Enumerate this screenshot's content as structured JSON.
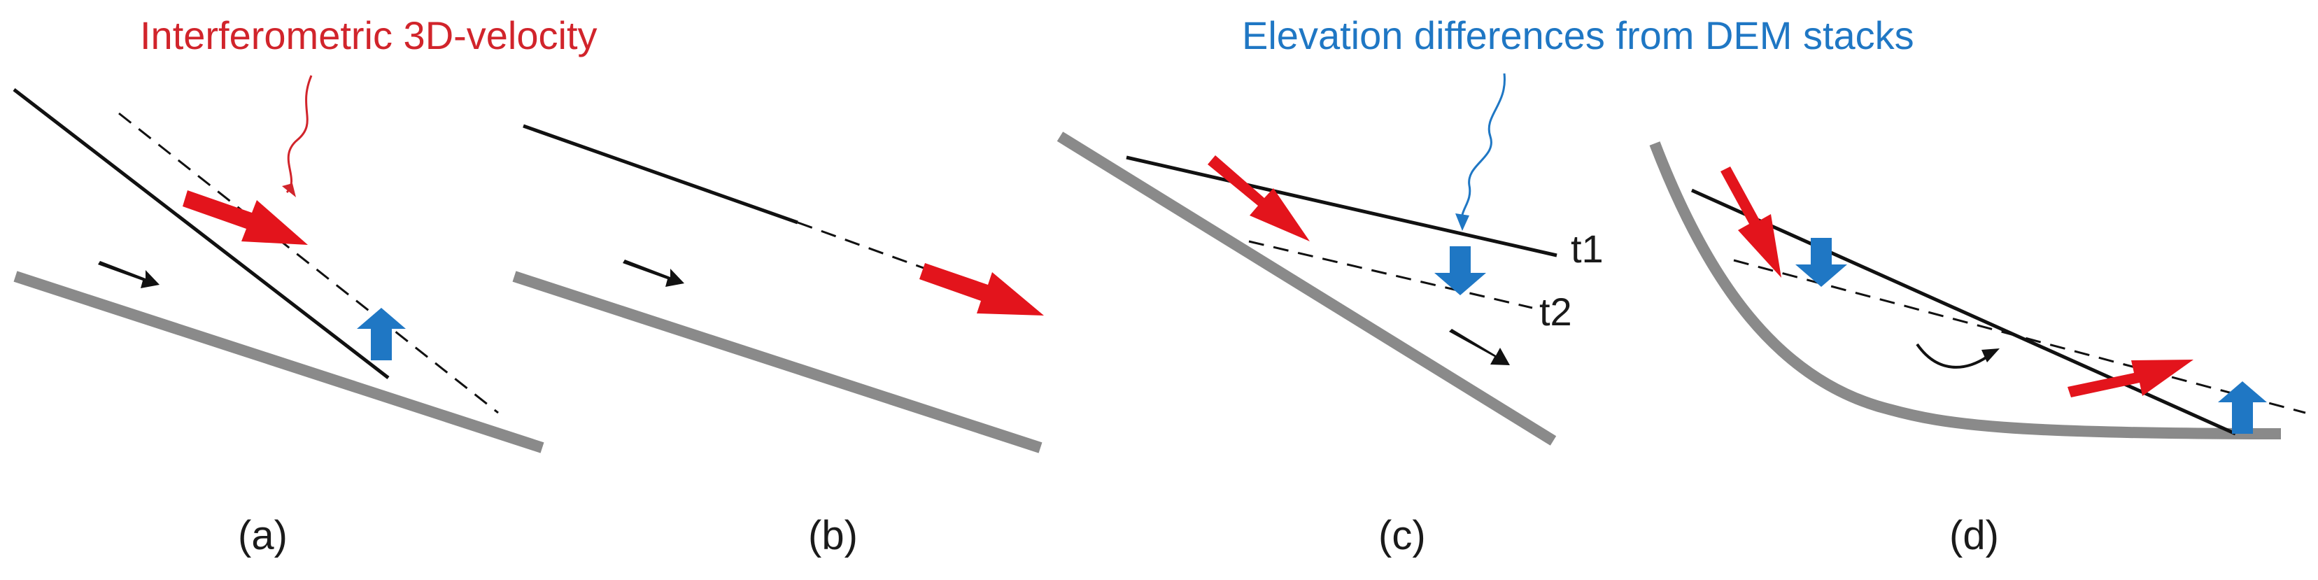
{
  "annotations": {
    "interferometric": "Interferometric 3D-velocity",
    "elevation": "Elevation differences from DEM stacks"
  },
  "panels": {
    "a": "(a)",
    "b": "(b)",
    "c": "(c)",
    "d": "(d)"
  },
  "time_labels": {
    "t1": "t1",
    "t2": "t2"
  },
  "colors": {
    "red": "#e3141c",
    "blue": "#1f77c4",
    "ground": "#8a8a8a",
    "line": "#111111"
  }
}
